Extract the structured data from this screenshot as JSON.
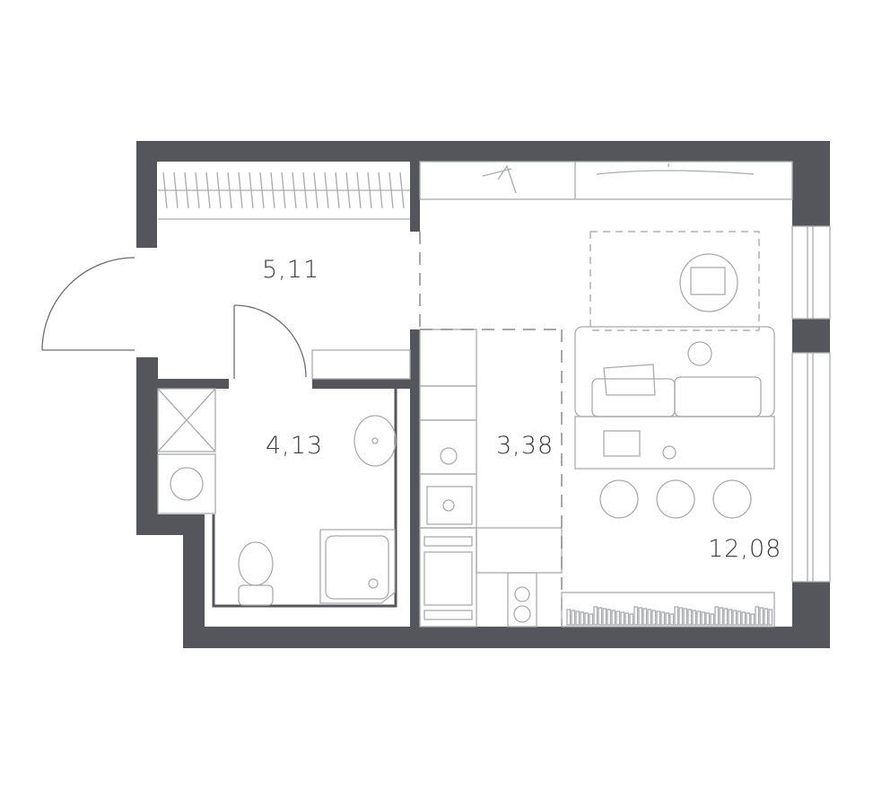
{
  "plan": {
    "wall_color": "#54565b",
    "rooms": [
      {
        "name": "hallway",
        "area": "5,11"
      },
      {
        "name": "bathroom",
        "area": "4,13"
      },
      {
        "name": "kitchen",
        "area": "3,38"
      },
      {
        "name": "living-room",
        "area": "12,08"
      }
    ]
  }
}
